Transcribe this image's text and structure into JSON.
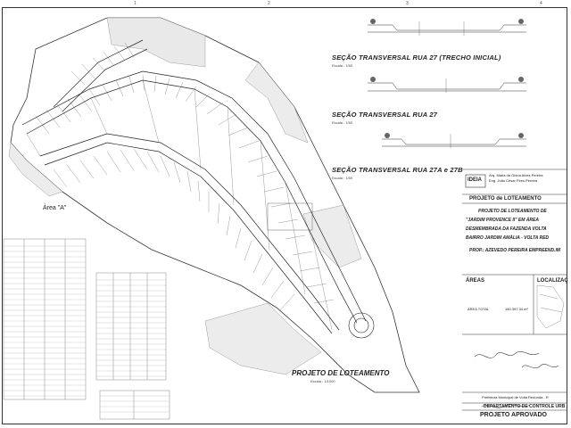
{
  "sections": [
    {
      "title": "SEÇÃO TRANSVERSAL RUA 27 (TRECHO INICIAL)",
      "scale": "Escala : 1/50"
    },
    {
      "title": "SEÇÃO TRANSVERSAL RUA 27",
      "scale": "Escala : 1/50"
    },
    {
      "title": "SEÇÃO TRANSVERSAL RUA 27A e 27B",
      "scale": "Escala : 1/50"
    }
  ],
  "plan": {
    "area_label": "Área \"A\"",
    "title": "PROJETO DE LOTEAMENTO",
    "scale": "Escala : 1/1000"
  },
  "title_block": {
    "architect_line1": "Arq. Maria da Glória Alves Pereira",
    "architect_line2": "Eng. João César Pires Pereira",
    "company": "IDEIA",
    "header": "PROJETO de LOTEAMENTO",
    "description_lines": [
      "PROJETO DE LOTEAMENTO DE",
      "\"JARDIM PROVENCE II\" EM ÁREA",
      "DESMEMBRADA DA FAZENDA VOLTA",
      "BAIRRO JARDIM AMÁLIA - VOLTA RED"
    ],
    "owner": "PROP.: AZEVEDO PEREIRA EMPREEND.IM",
    "areas_label": "ÁREAS",
    "localization_label": "LOCALIZAÇ",
    "area_total_label": "ÁREA TOTAL",
    "area_total_value": "160.397,34 m²"
  },
  "approval": {
    "city": "Prefeitura Municipal de Volta Redonda - R",
    "department": "DEPARTAMENTO DE CONTROLE URB",
    "status": "PROJETO APROVADO"
  }
}
